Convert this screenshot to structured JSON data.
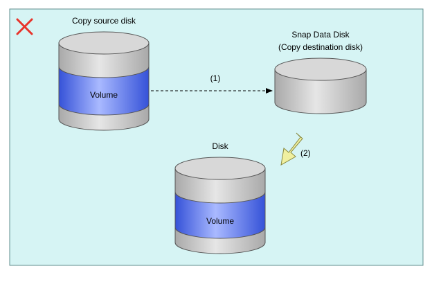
{
  "mark": {
    "icon": "red-x-icon",
    "color": "#e8332a"
  },
  "source_disk": {
    "label": "Copy source disk",
    "volume_label": "Volume"
  },
  "snap_disk": {
    "label_line1": "Snap Data Disk",
    "label_line2": "(Copy destination disk)"
  },
  "target_disk": {
    "label": "Disk",
    "volume_label": "Volume"
  },
  "steps": {
    "step1": "(1)",
    "step2": "(2)"
  },
  "colors": {
    "panel_bg": "#d6f4f4",
    "panel_border": "#5f8c8c",
    "disk_gray": "#c8c8c8",
    "disk_outline": "#555555",
    "volume_blue": "#4a6ef0",
    "volume_highlight": "#b8c8ff",
    "arrow_yellow": "#f0f0a0",
    "arrow_outline": "#8a8a40"
  }
}
